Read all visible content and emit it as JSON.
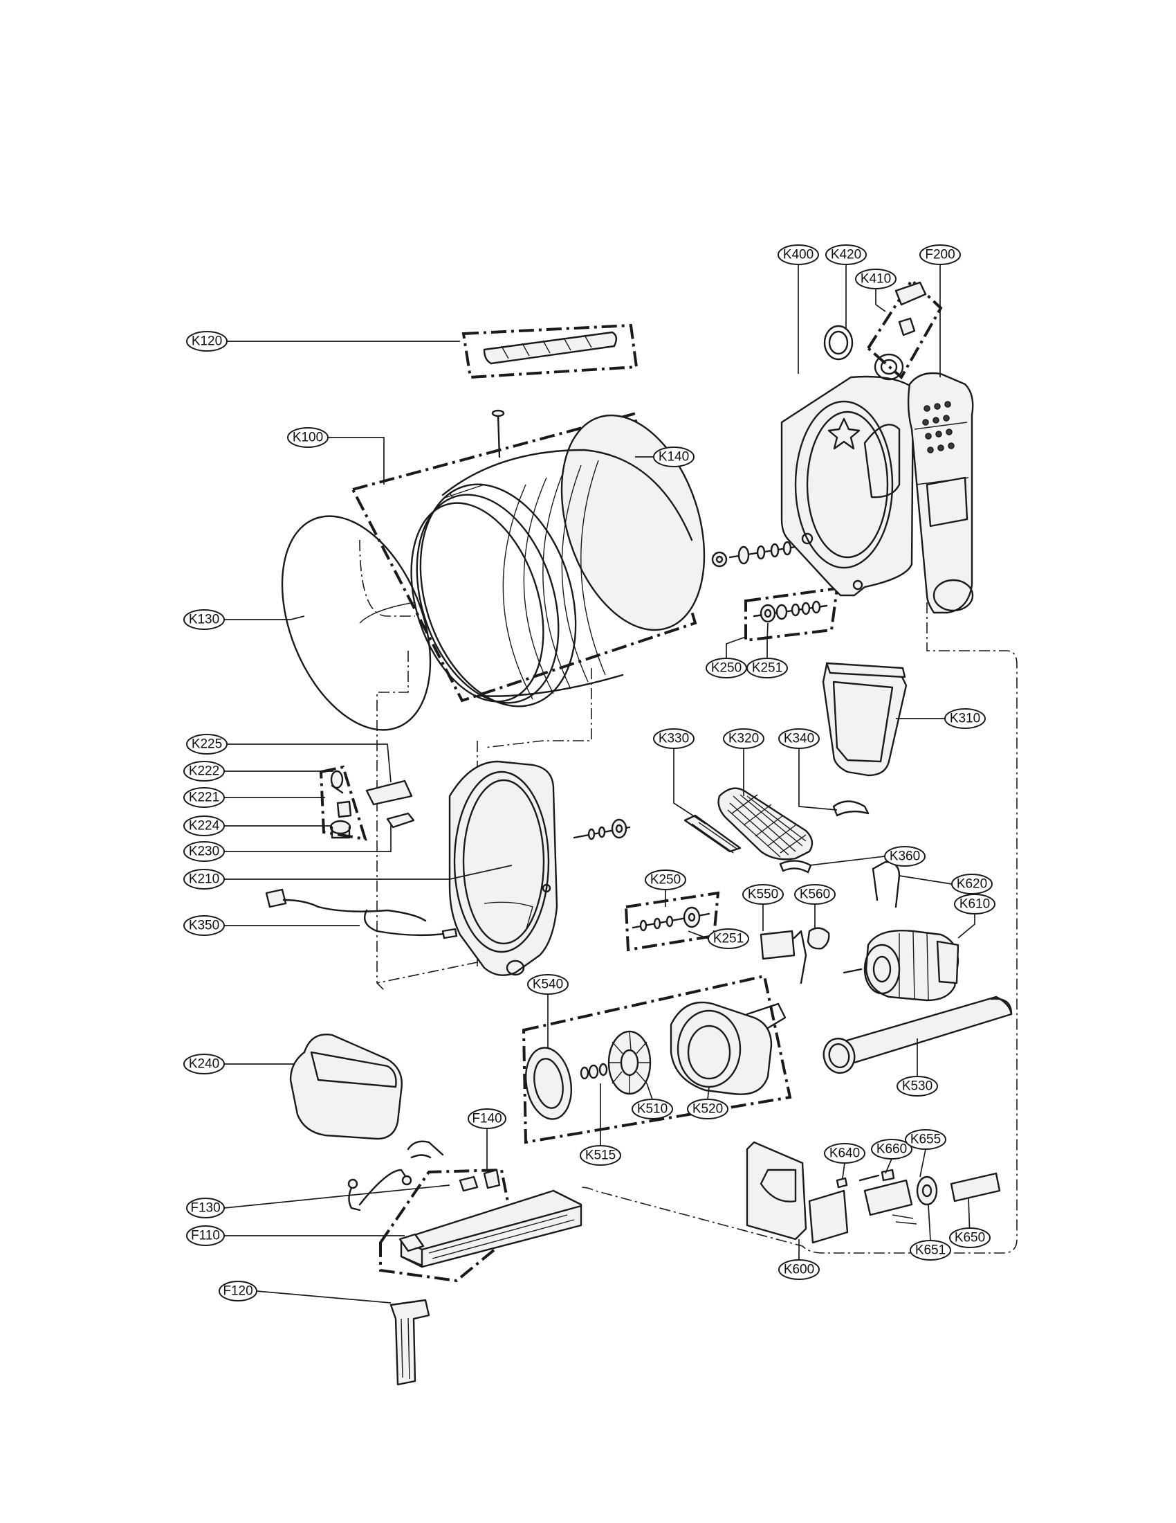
{
  "labels": {
    "K120": "K120",
    "K100": "K100",
    "K140": "K140",
    "K130": "K130",
    "K400": "K400",
    "K420": "K420",
    "K410": "K410",
    "F200": "F200",
    "K250a": "K250",
    "K251a": "K251",
    "K310": "K310",
    "K330": "K330",
    "K320": "K320",
    "K340": "K340",
    "K360": "K360",
    "K225": "K225",
    "K222": "K222",
    "K221": "K221",
    "K224": "K224",
    "K230": "K230",
    "K210": "K210",
    "K350": "K350",
    "K250b": "K250",
    "K251b": "K251",
    "K550": "K550",
    "K560": "K560",
    "K620": "K620",
    "K610": "K610",
    "K540": "K540",
    "K240": "K240",
    "K510": "K510",
    "K520": "K520",
    "K515": "K515",
    "K530": "K530",
    "F140": "F140",
    "F130": "F130",
    "F110": "F110",
    "F120": "F120",
    "K640": "K640",
    "K660": "K660",
    "K655": "K655",
    "K600": "K600",
    "K651": "K651",
    "K650": "K650"
  }
}
